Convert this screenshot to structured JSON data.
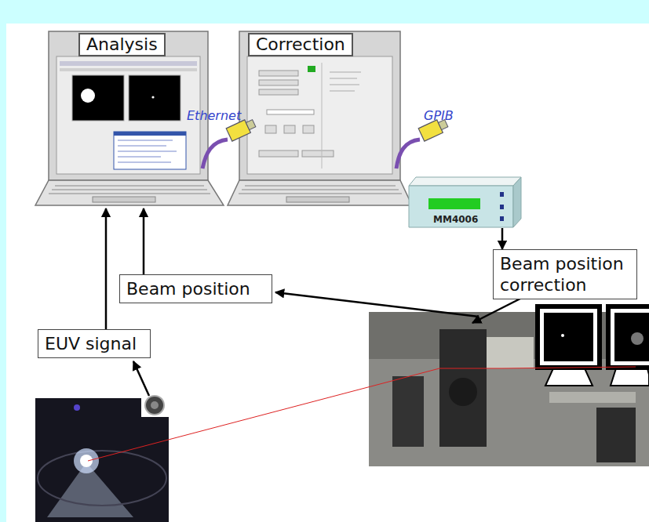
{
  "diagram": {
    "nodes": [
      {
        "text": [
          "Analysis"
        ]
      },
      {
        "text": [
          "Correction"
        ]
      },
      {
        "text": [
          "MM4006"
        ]
      },
      {
        "text": [
          "Beam position correction"
        ]
      },
      {
        "text": [
          "Beam position"
        ]
      },
      {
        "text": [
          "EUV signal"
        ]
      }
    ],
    "edges": [
      {
        "from": 5,
        "to": 0,
        "arrow": "to"
      },
      {
        "from": 4,
        "to": 0,
        "arrow": "to"
      },
      {
        "from": 2,
        "to": 3,
        "arrow": "to"
      }
    ],
    "labels": [
      "Ethernet",
      "GPIB"
    ]
  }
}
